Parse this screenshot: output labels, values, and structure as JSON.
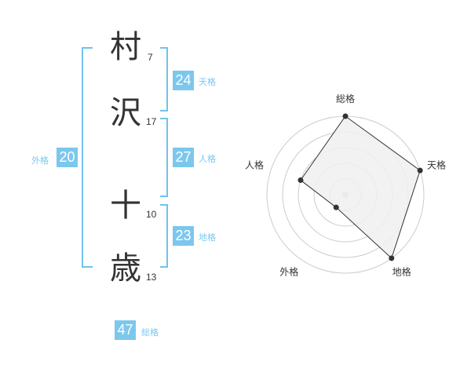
{
  "name": {
    "chars": [
      {
        "char": "村",
        "strokes": "7"
      },
      {
        "char": "沢",
        "strokes": "17"
      },
      {
        "char": "十",
        "strokes": "10"
      },
      {
        "char": "歳",
        "strokes": "13"
      }
    ]
  },
  "kaku": {
    "ten": {
      "value": "24",
      "label": "天格"
    },
    "jin": {
      "value": "27",
      "label": "人格"
    },
    "chi": {
      "value": "23",
      "label": "地格"
    },
    "gai": {
      "value": "20",
      "label": "外格"
    },
    "souka": {
      "value": "47",
      "label": "総格"
    }
  },
  "chart_data": {
    "type": "radar",
    "axes": [
      "総格",
      "天格",
      "地格",
      "外格",
      "人格"
    ],
    "values": [
      5,
      5,
      5,
      1,
      3
    ],
    "rlim": [
      0,
      5
    ],
    "rings": 5,
    "colors": {
      "fill": "#f0f0f0",
      "line": "#333333",
      "ring": "#cccccc",
      "point": "#333333",
      "center": "#cccccc"
    }
  }
}
